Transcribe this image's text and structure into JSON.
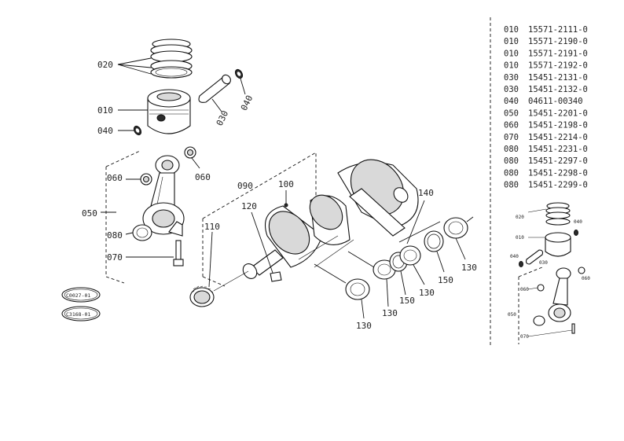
{
  "parts_list": [
    {
      "ref": "010",
      "part_no": "15571-2111-0"
    },
    {
      "ref": "010",
      "part_no": "15571-2190-0"
    },
    {
      "ref": "010",
      "part_no": "15571-2191-0"
    },
    {
      "ref": "010",
      "part_no": "15571-2192-0"
    },
    {
      "ref": "030",
      "part_no": "15451-2131-0"
    },
    {
      "ref": "030",
      "part_no": "15451-2132-0"
    },
    {
      "ref": "040",
      "part_no": "04611-00340"
    },
    {
      "ref": "050",
      "part_no": "15451-2201-0"
    },
    {
      "ref": "060",
      "part_no": "15451-2198-0"
    },
    {
      "ref": "070",
      "part_no": "15451-2214-0"
    },
    {
      "ref": "080",
      "part_no": "15451-2231-0"
    },
    {
      "ref": "080",
      "part_no": "15451-2297-0"
    },
    {
      "ref": "080",
      "part_no": "15451-2298-0"
    },
    {
      "ref": "080",
      "part_no": "15451-2299-0"
    }
  ],
  "callouts": {
    "c020": "020",
    "c030": "030",
    "c040a": "040",
    "c040b": "040",
    "c010": "010",
    "c060a": "060",
    "c060b": "060",
    "c050": "050",
    "c080": "080",
    "c070": "070",
    "c090": "090",
    "c100": "100",
    "c110": "110",
    "c120": "120",
    "c140": "140",
    "c150a": "150",
    "c150b": "150",
    "c130a": "130",
    "c130b": "130",
    "c130c": "130",
    "c130d": "130"
  },
  "inset_callouts": {
    "i020": "020",
    "i040a": "040",
    "i010": "010",
    "i040b": "040",
    "i030": "030",
    "i060a": "060",
    "i060b": "060",
    "i050": "050",
    "i070": "070"
  },
  "stamps": {
    "stamp1": "C0027-01",
    "stamp2": "C3168-01"
  }
}
